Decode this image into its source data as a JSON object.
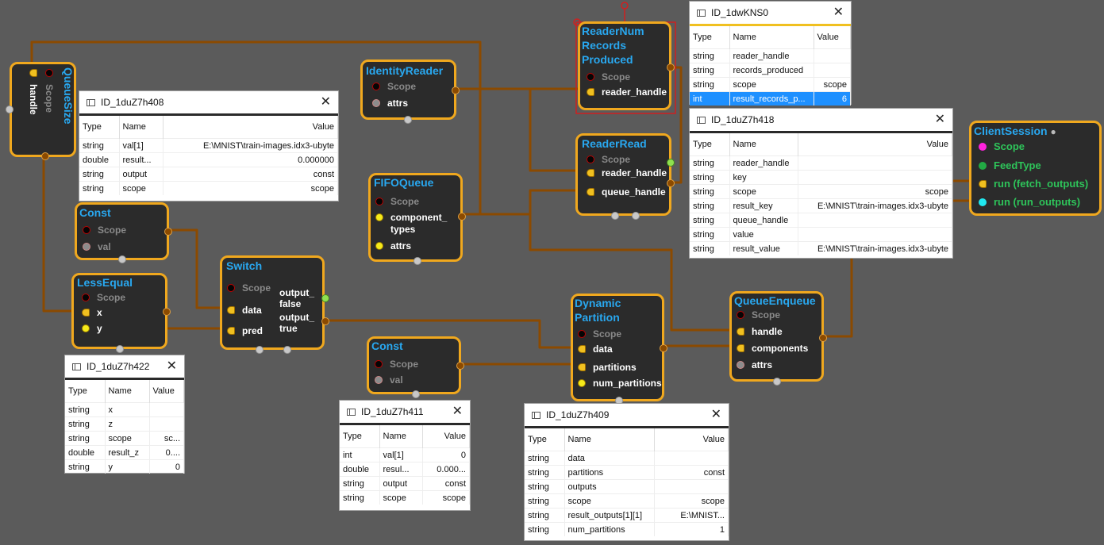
{
  "nodes": {
    "queue_size": {
      "title": "QueueSize",
      "ports": [
        "Scope",
        "handle"
      ]
    },
    "identity_reader": {
      "title": "IdentityReader",
      "ports": [
        "Scope",
        "attrs"
      ]
    },
    "reader_num": {
      "title_lines": [
        "ReaderNum",
        "Records",
        "Produced"
      ],
      "ports": [
        "Scope",
        "reader_handle"
      ]
    },
    "reader_read": {
      "title": "ReaderRead",
      "ports": [
        "Scope",
        "reader_handle",
        "queue_handle"
      ]
    },
    "client_session": {
      "title": "ClientSession",
      "ports": [
        "Scope",
        "FeedType",
        "run (fetch_outputs)",
        "run (run_outputs)"
      ]
    },
    "fifo_queue": {
      "title": "FIFOQueue",
      "ports": [
        "Scope",
        "component_",
        "types",
        "attrs"
      ]
    },
    "const1": {
      "title": "Const",
      "ports": [
        "Scope",
        "val"
      ]
    },
    "less_equal": {
      "title": "LessEqual",
      "ports": [
        "Scope",
        "x",
        "y"
      ]
    },
    "switch": {
      "title": "Switch",
      "ports": [
        "Scope",
        "data",
        "pred"
      ],
      "outputs": [
        "output_",
        "false",
        "output_",
        "true"
      ]
    },
    "const2": {
      "title": "Const",
      "ports": [
        "Scope",
        "val"
      ]
    },
    "dynamic_partition": {
      "title_lines": [
        "Dynamic",
        "Partition"
      ],
      "ports": [
        "Scope",
        "data",
        "partitions",
        "num_partitions"
      ]
    },
    "queue_enqueue": {
      "title": "QueueEnqueue",
      "ports": [
        "Scope",
        "handle",
        "components",
        "attrs"
      ]
    }
  },
  "panels": {
    "h408": {
      "title": "ID_1duZ7h408",
      "headers": [
        "Type",
        "Name",
        "Value"
      ],
      "rows": [
        [
          "string",
          "val[1]",
          "E:\\MNIST\\train-images.idx3-ubyte"
        ],
        [
          "double",
          "result...",
          "0.000000"
        ],
        [
          "string",
          "output",
          "const"
        ],
        [
          "string",
          "scope",
          "scope"
        ]
      ]
    },
    "kns0": {
      "title": "ID_1dwKNS0",
      "headers": [
        "Type",
        "Name",
        "Value"
      ],
      "rows": [
        [
          "string",
          "reader_handle",
          ""
        ],
        [
          "string",
          "records_produced",
          ""
        ],
        [
          "string",
          "scope",
          "scope"
        ],
        [
          "int",
          "result_records_p...",
          "6"
        ]
      ]
    },
    "h418": {
      "title": "ID_1duZ7h418",
      "headers": [
        "Type",
        "Name",
        "Value"
      ],
      "rows": [
        [
          "string",
          "reader_handle",
          ""
        ],
        [
          "string",
          "key",
          ""
        ],
        [
          "string",
          "scope",
          "scope"
        ],
        [
          "string",
          "result_key",
          "E:\\MNIST\\train-images.idx3-ubyte"
        ],
        [
          "string",
          "queue_handle",
          ""
        ],
        [
          "string",
          "value",
          ""
        ],
        [
          "string",
          "result_value",
          "E:\\MNIST\\train-images.idx3-ubyte"
        ]
      ]
    },
    "h422": {
      "title": "ID_1duZ7h422",
      "headers": [
        "Type",
        "Name",
        "Value"
      ],
      "rows": [
        [
          "string",
          "x",
          ""
        ],
        [
          "string",
          "z",
          ""
        ],
        [
          "string",
          "scope",
          "sc..."
        ],
        [
          "double",
          "result_z",
          "0...."
        ],
        [
          "string",
          "y",
          "0"
        ]
      ]
    },
    "h411": {
      "title": "ID_1duZ7h411",
      "headers": [
        "Type",
        "Name",
        "Value"
      ],
      "rows": [
        [
          "int",
          "val[1]",
          "0"
        ],
        [
          "double",
          "resul...",
          "0.000..."
        ],
        [
          "string",
          "output",
          "const"
        ],
        [
          "string",
          "scope",
          "scope"
        ]
      ]
    },
    "h409": {
      "title": "ID_1duZ7h409",
      "headers": [
        "Type",
        "Name",
        "Value"
      ],
      "rows": [
        [
          "string",
          "data",
          ""
        ],
        [
          "string",
          "partitions",
          "const"
        ],
        [
          "string",
          "outputs",
          ""
        ],
        [
          "string",
          "scope",
          "scope"
        ],
        [
          "string",
          "result_outputs[1][1]",
          "E:\\MNIST..."
        ],
        [
          "string",
          "num_partitions",
          "1"
        ]
      ]
    }
  },
  "colors": {
    "background": "#5b5b5b",
    "node_border": "#f0a81e",
    "node_fill": "#2b2b2b",
    "title": "#29a8f0",
    "wire": "#8b4a00"
  }
}
